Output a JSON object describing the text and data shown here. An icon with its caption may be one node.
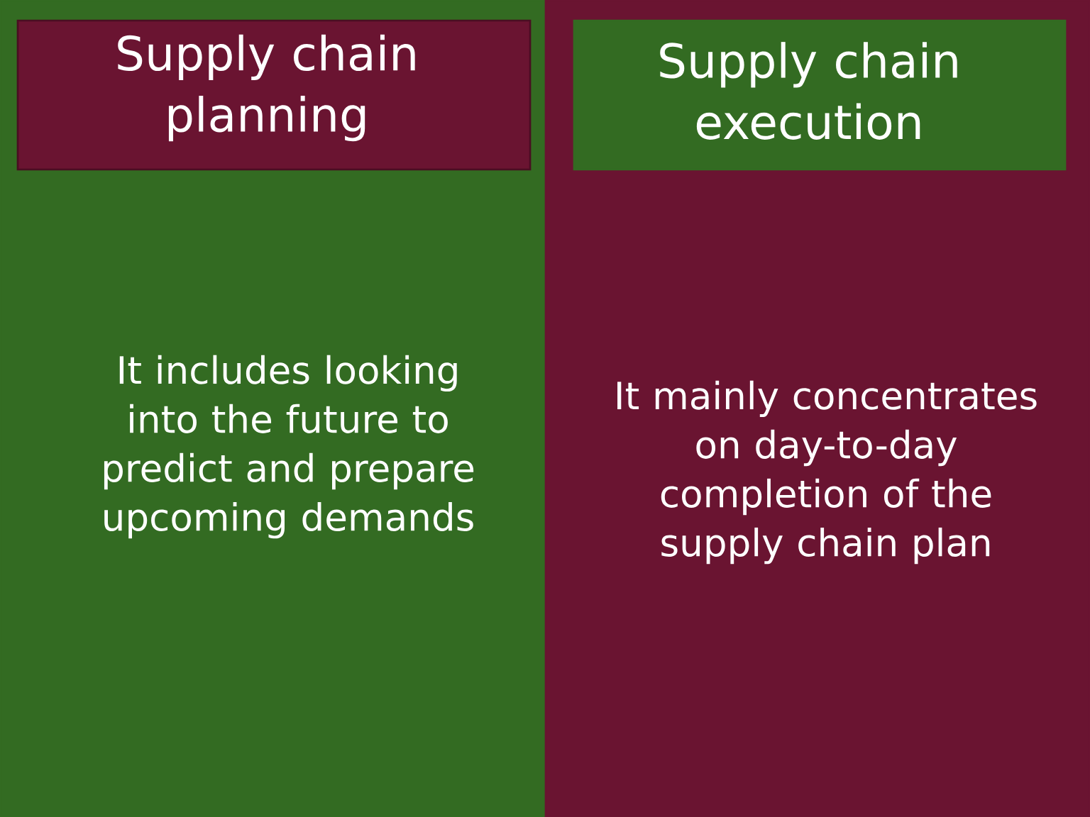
{
  "diagram": {
    "nodes": [
      {
        "text": [
          "It includes looking into the future to predict and prepare upcoming demands"
        ]
      },
      {
        "text": [
          "Supply chain planning"
        ],
        "in": 0
      },
      {
        "text": [
          "It mainly concentrates on day-to-day completion of the supply chain plan"
        ]
      },
      {
        "text": [
          "Supply chain execution"
        ],
        "in": 2
      }
    ]
  }
}
